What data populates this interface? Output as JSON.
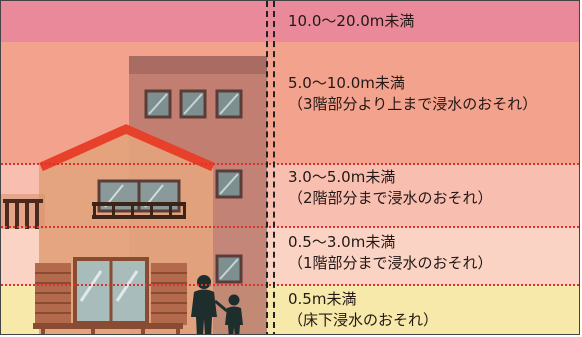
{
  "colors": {
    "band_top": "#e9899a",
    "band_2": "#f3a28d",
    "band_3": "#f8bfb1",
    "band_4": "#fbd3c4",
    "band_5": "#f6e9a9",
    "divider": "#d9322f",
    "roof": "#e8412b"
  },
  "zones": [
    {
      "label_lines": [
        "10.0～20.0m未満"
      ]
    },
    {
      "label_lines": [
        "5.0～10.0m未満",
        "（3階部分より上まで浸水のおそれ）"
      ]
    },
    {
      "label_lines": [
        "3.0～5.0m未満",
        "（2階部分まで浸水のおそれ）"
      ]
    },
    {
      "label_lines": [
        "0.5～3.0m未満",
        "（1階部分まで浸水のおそれ）"
      ]
    },
    {
      "label_lines": [
        "0.5m未満",
        "（床下浸水のおそれ）"
      ]
    }
  ],
  "icons": {
    "house": "house-icon",
    "building": "apartment-building-icon",
    "people": "adult-and-child-icon"
  }
}
